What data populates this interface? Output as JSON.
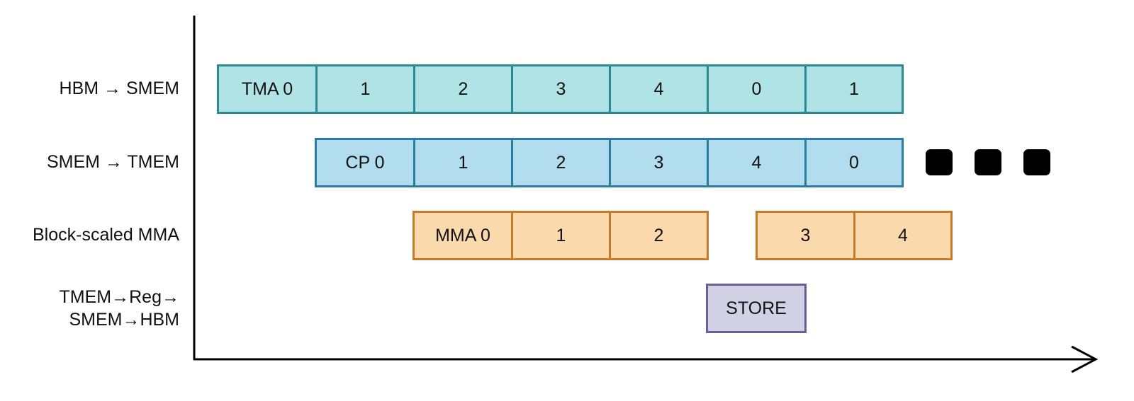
{
  "rows": [
    {
      "id": "hbm_smem",
      "label": "HBM → SMEM",
      "fill": "#b0e3e6",
      "stroke": "#2a8a92",
      "cells": [
        "TMA 0",
        "1",
        "2",
        "3",
        "4",
        "0",
        "1"
      ]
    },
    {
      "id": "smem_tmem",
      "label": "SMEM → TMEM",
      "fill": "#b1ddef",
      "stroke": "#2a7da0",
      "cells": [
        "CP 0",
        "1",
        "2",
        "3",
        "4",
        "0"
      ]
    },
    {
      "id": "mma",
      "label": "Block-scaled MMA",
      "fill": "#fad9ad",
      "stroke": "#c47b2a",
      "cells": [
        "MMA 0",
        "1",
        "2",
        "3",
        "4"
      ]
    },
    {
      "id": "store",
      "label": "TMEM→Reg→\nSMEM→HBM",
      "fill": "#d1d0e5",
      "stroke": "#6c5e97",
      "cells": [
        "STORE"
      ]
    }
  ],
  "ellipsis": {
    "count": 3,
    "color": "#000000"
  }
}
